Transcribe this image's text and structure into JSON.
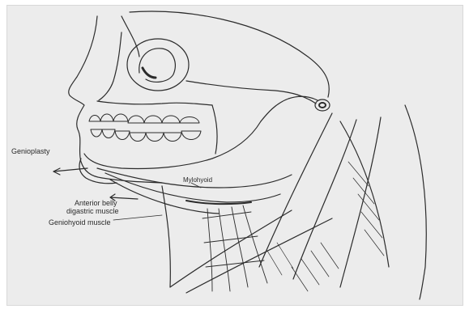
{
  "labels": {
    "genioplasty": "Genioplasty",
    "mylohyoid": "Mylohyoid",
    "anterior_belly_line1": "Anterior belly",
    "anterior_belly_line2": "digastric muscle",
    "geniohyoid": "Geniohyoid muscle"
  },
  "colors": {
    "background": "#ececec",
    "line": "#2b2b2b"
  }
}
